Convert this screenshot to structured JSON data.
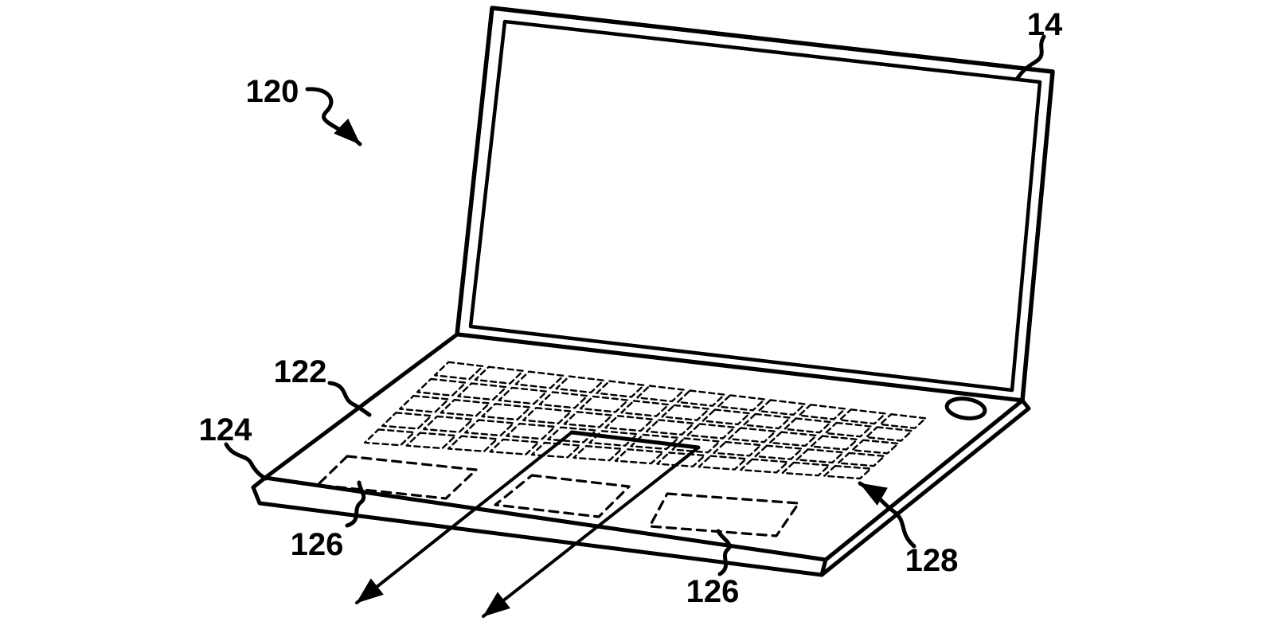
{
  "figure": {
    "labels": {
      "ref120": "120",
      "ref14": "14",
      "ref122": "122",
      "ref124": "124",
      "ref126_left": "126",
      "ref126_bottom": "126",
      "ref128": "128"
    },
    "colors": {
      "line": "#000000",
      "background": "#ffffff"
    }
  }
}
